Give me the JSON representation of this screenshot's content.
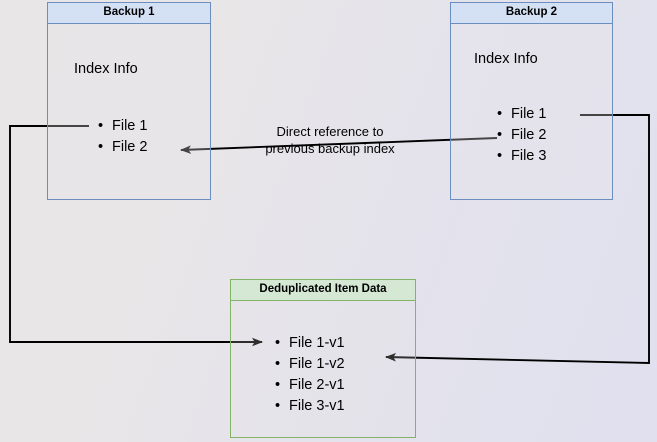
{
  "diagram": {
    "title": "Backup deduplication index reference diagram",
    "background": {
      "gradient_from": "#e9e6e7",
      "gradient_to": "#e0e0ef"
    },
    "colors": {
      "blue_border": "#6c8ebf",
      "blue_header_fill": "#d4e1f5",
      "green_border": "#82b366",
      "green_header_fill": "#d5e8d4",
      "arrow": "#000000"
    },
    "boxes": {
      "backup1": {
        "header": "Backup 1",
        "section_title": "Index Info",
        "files": [
          "File 1",
          "File 2"
        ]
      },
      "backup2": {
        "header": "Backup 2",
        "section_title": "Index Info",
        "files": [
          "File 1",
          "File 2",
          "File 3"
        ]
      },
      "dedup": {
        "header": "Deduplicated Item Data",
        "files": [
          "File 1-v1",
          "File 1-v2",
          "File 2-v1",
          "File 3-v1"
        ]
      }
    },
    "annotations": {
      "center_label_line1": "Direct reference to",
      "center_label_line2": "previous backup index"
    }
  }
}
